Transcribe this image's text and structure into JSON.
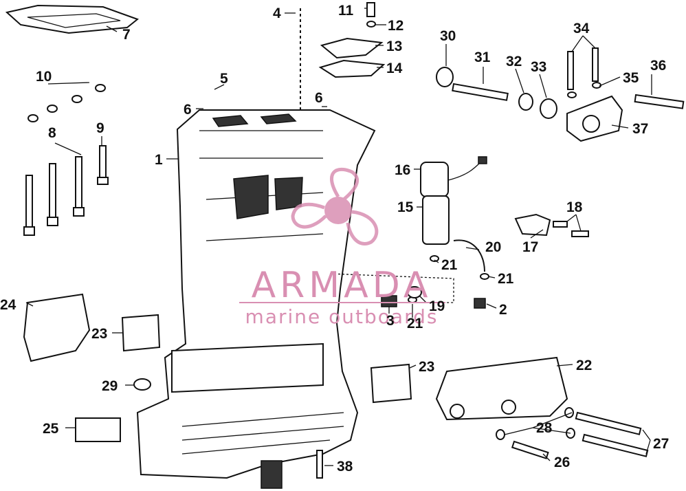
{
  "diagram": {
    "callouts": [
      "1",
      "2",
      "3",
      "4",
      "5",
      "6",
      "6",
      "7",
      "8",
      "9",
      "10",
      "11",
      "12",
      "13",
      "14",
      "15",
      "16",
      "17",
      "18",
      "19",
      "20",
      "21",
      "21",
      "21",
      "22",
      "23",
      "23",
      "24",
      "25",
      "26",
      "27",
      "28",
      "29",
      "30",
      "31",
      "32",
      "33",
      "34",
      "35",
      "36",
      "37",
      "38"
    ]
  },
  "watermark": {
    "brand": "ARMADA",
    "tagline": "marine outboards",
    "color": "#d98fb2"
  }
}
